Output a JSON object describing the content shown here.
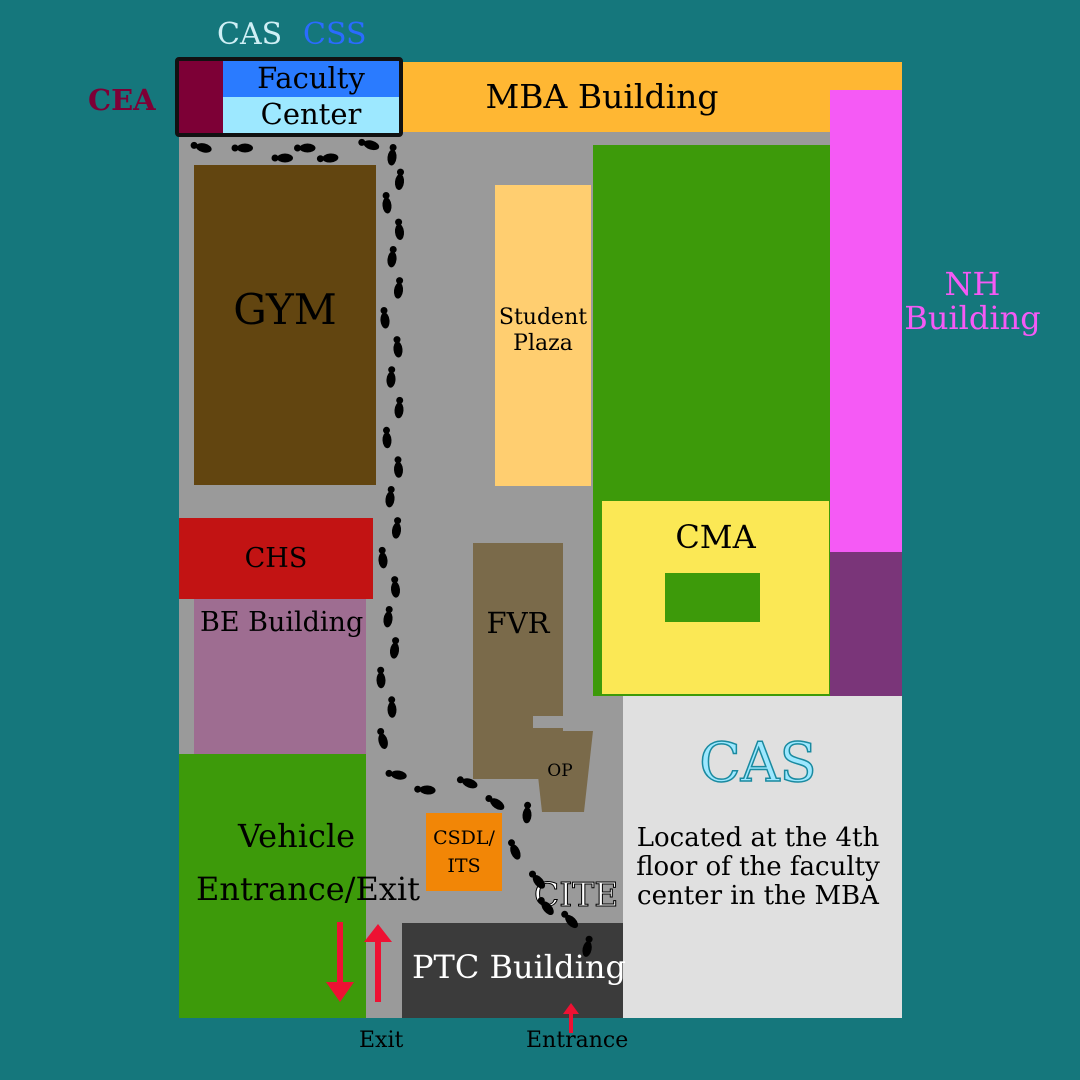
{
  "labels": {
    "cas_top": "CAS",
    "css_top": "CSS",
    "cea": "CEA",
    "faculty": "Faculty",
    "center": "Center",
    "mba": "MBA Building",
    "nh": "NH",
    "nh_building": "Building",
    "gym": "GYM",
    "student_plaza_1": "Student",
    "student_plaza_2": "Plaza",
    "chs": "CHS",
    "be": "BE Building",
    "fvr": "FVR",
    "cma": "CMA",
    "op": "OP",
    "cas_big": "CAS",
    "cas_note_1": "Located at the 4th",
    "cas_note_2": "floor of the faculty",
    "cas_note_3": "center in the MBA",
    "vehicle_1": "Vehicle",
    "vehicle_2": "Entrance/Exit",
    "csdl_1": "CSDL/",
    "csdl_2": "ITS",
    "cite": "CITE",
    "ptc": "PTC Building",
    "exit": "Exit",
    "entrance": "Entrance"
  },
  "colors": {
    "background": "#15777c",
    "campus_ground": "#9a9a9a",
    "mba": "#ffb733",
    "faculty_blue": "#2a7bff",
    "faculty_light": "#9de8ff",
    "cea": "#7d0036",
    "nh": "#f55af5",
    "nh_dark": "#7a3579",
    "gym": "#624510",
    "student_plaza": "#ffce70",
    "green_block": "#3d9a0a",
    "cma": "#fbe855",
    "chs": "#c21313",
    "be": "#9e6d91",
    "fvr": "#7a6a4a",
    "cas_block": "#e0e0e0",
    "csdl": "#f28606",
    "ptc": "#3b3b3b",
    "arrow_red": "#ee1133",
    "footprint": "#000000"
  },
  "icons": [
    "footprint-path-icon",
    "exit-arrow-down-icon",
    "entrance-arrow-up-icon",
    "entrance-small-arrow-icon"
  ]
}
